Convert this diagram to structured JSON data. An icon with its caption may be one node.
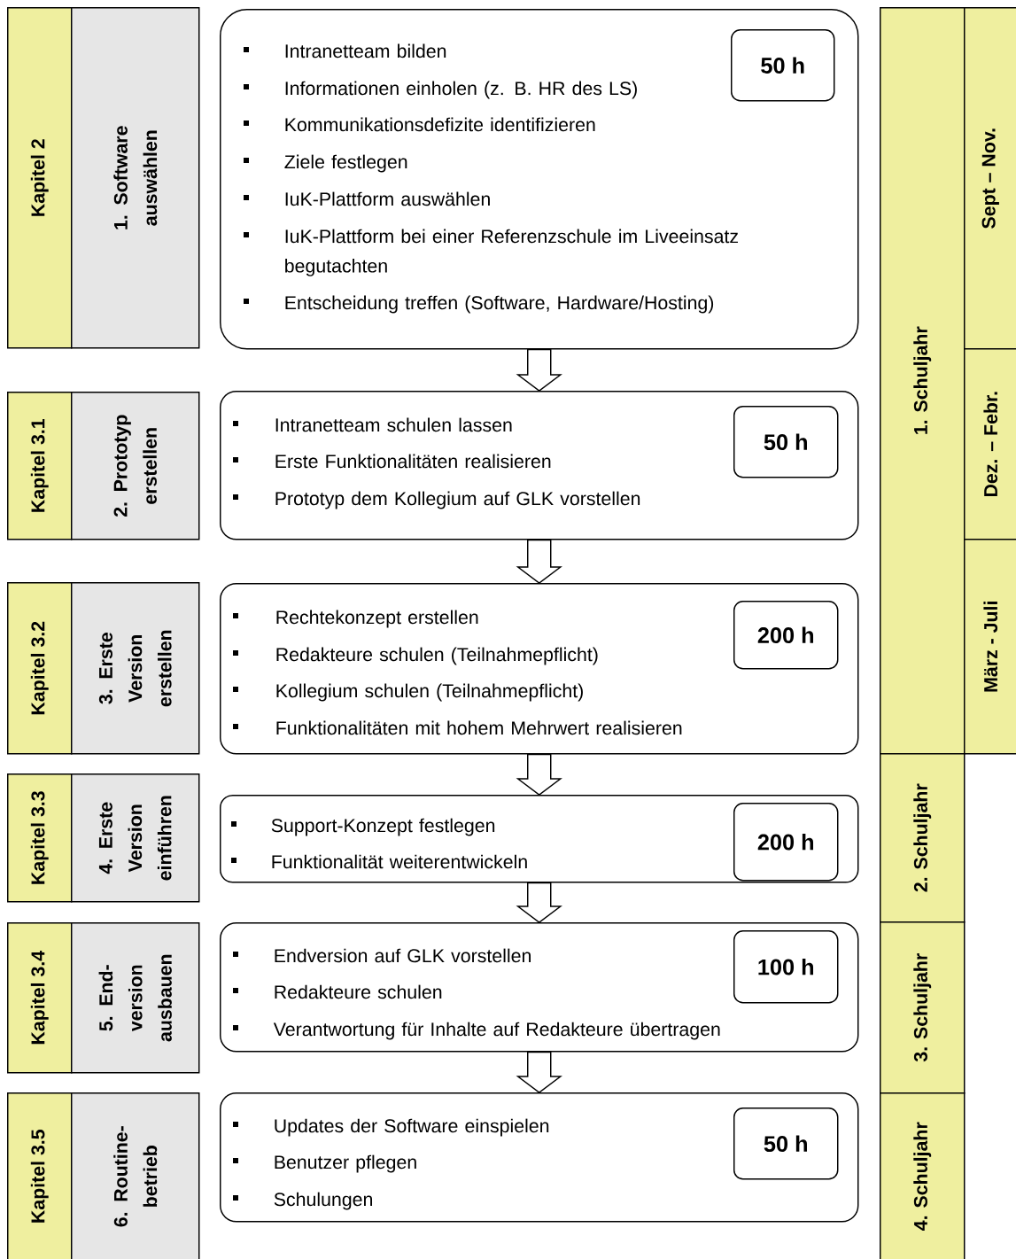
{
  "diagram": {
    "nodes": [
      {
        "text": [
          "Kapitel 2"
        ]
      },
      {
        "text": [
          "1. Software auswählen"
        ]
      },
      {
        "text": [
          "Intranetteam bilden",
          "Informationen einholen (z. B. HR des LS)",
          "Kommunikationsdefizite identifizieren",
          "Ziele festlegen",
          "IuK-Plattform auswählen",
          "IuK-Plattform bei einer Referenzschule im Liveeinsatz begutachten",
          "Entscheidung treffen (Software, Hardware/Hosting)"
        ]
      },
      {
        "text": [
          "50 h"
        ],
        "in": 2
      },
      {
        "text": [
          "Kapitel 3.1"
        ]
      },
      {
        "text": [
          "2. Prototyp erstellen"
        ]
      },
      {
        "text": [
          "Intranetteam schulen lassen",
          "Erste Funktionalitäten realisieren",
          "Prototyp dem Kollegium auf GLK vorstellen"
        ]
      },
      {
        "text": [
          "50 h"
        ],
        "in": 6
      },
      {
        "text": [
          "Kapitel 3.2"
        ]
      },
      {
        "text": [
          "3. Erste Version erstellen"
        ]
      },
      {
        "text": [
          "Rechtekonzept erstellen",
          "Redakteure schulen (Teilnahmepflicht)",
          "Kollegium schulen (Teilnahmepflicht)",
          "Funktionalitäten mit hohem Mehrwert realisieren"
        ]
      },
      {
        "text": [
          "200 h"
        ],
        "in": 10
      },
      {
        "text": [
          "Kapitel 3.3"
        ]
      },
      {
        "text": [
          "4. Erste Version einführen"
        ]
      },
      {
        "text": [
          "Support-Konzept festlegen",
          "Funktionalität weiterentwickeln"
        ]
      },
      {
        "text": [
          "200 h"
        ],
        "in": 14
      },
      {
        "text": [
          "Kapitel 3.4"
        ]
      },
      {
        "text": [
          "5. End-version ausbauen"
        ]
      },
      {
        "text": [
          "Endversion auf GLK vorstellen",
          "Redakteure schulen",
          "Verantwortung für Inhalte auf Redakteure übertragen"
        ]
      },
      {
        "text": [
          "100 h"
        ],
        "in": 18
      },
      {
        "text": [
          "Kapitel 3.5"
        ]
      },
      {
        "text": [
          "6. Routine-betrieb"
        ]
      },
      {
        "text": [
          "Updates der Software einspielen",
          "Benutzer pflegen",
          "Schulungen"
        ]
      },
      {
        "text": [
          "50 h"
        ],
        "in": 22
      },
      {
        "text": [
          "1. Schuljahr"
        ]
      },
      {
        "text": [
          "Sept – Nov."
        ]
      },
      {
        "text": [
          "Dez. – Febr."
        ]
      },
      {
        "text": [
          "März - Juli"
        ]
      },
      {
        "text": [
          "2. Schuljahr"
        ]
      },
      {
        "text": [
          "3. Schuljahr"
        ]
      },
      {
        "text": [
          "4. Schuljahr"
        ]
      }
    ],
    "edges": [
      {
        "from": 2,
        "to": 6,
        "arrow": "to"
      },
      {
        "from": 6,
        "to": 10,
        "arrow": "to"
      },
      {
        "from": 10,
        "to": 14,
        "arrow": "to"
      },
      {
        "from": 14,
        "to": 18,
        "arrow": "to"
      },
      {
        "from": 18,
        "to": 22,
        "arrow": "to"
      }
    ]
  }
}
